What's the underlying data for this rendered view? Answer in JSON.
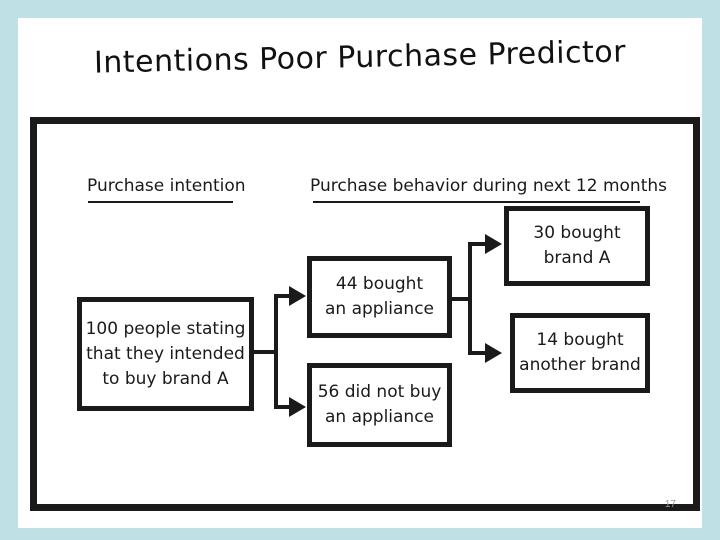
{
  "title": "Intentions Poor Purchase Predictor",
  "headers": {
    "intention": "Purchase intention",
    "behavior": "Purchase behavior during next 12 months"
  },
  "boxes": {
    "start": "100 people stating\nthat they intended\nto buy brand A",
    "bought_appliance": "44 bought\nan appliance",
    "did_not_buy": "56 did not buy\nan appliance",
    "bought_brand_a": "30 bought\nbrand A",
    "bought_other": "14 bought\nanother brand"
  },
  "page_number": "17",
  "colors": {
    "background": "#bfe0e4",
    "ink": "#1a1a1a"
  }
}
